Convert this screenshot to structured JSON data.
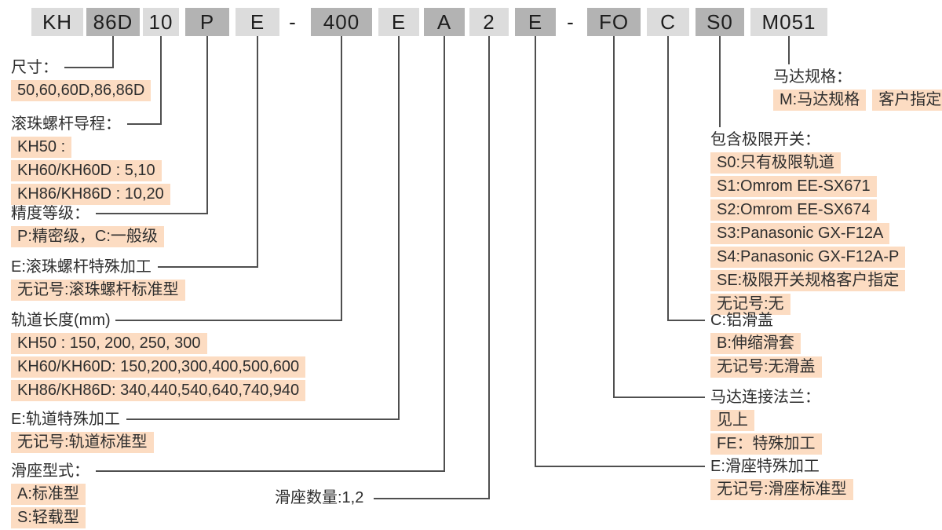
{
  "code_segments": [
    {
      "text": "KH"
    },
    {
      "text": "86D"
    },
    {
      "text": "10"
    },
    {
      "text": "P"
    },
    {
      "text": "E"
    },
    {
      "text": "-"
    },
    {
      "text": "400"
    },
    {
      "text": "E"
    },
    {
      "text": "A"
    },
    {
      "text": "2"
    },
    {
      "text": "E"
    },
    {
      "text": "-"
    },
    {
      "text": "FO"
    },
    {
      "text": "C"
    },
    {
      "text": "S0"
    },
    {
      "text": "M051"
    }
  ],
  "annotations": {
    "size": {
      "title": "尺寸：",
      "items": [
        "50,60,60D,86,86D"
      ]
    },
    "screw_lead": {
      "title": "滚珠螺杆导程：",
      "items": [
        "KH50 :",
        "KH60/KH60D : 5,10",
        "KH86/KH86D : 10,20"
      ]
    },
    "accuracy": {
      "title": "精度等级：",
      "items": [
        "P:精密级，C:一般级"
      ]
    },
    "screw_special": {
      "title": "E:滚珠螺杆特殊加工",
      "items": [
        "无记号:滚珠螺杆标准型"
      ]
    },
    "rail_length": {
      "title": "轨道长度(mm)",
      "items": [
        "KH50 : 150, 200, 250, 300",
        "KH60/KH60D: 150,200,300,400,500,600",
        "KH86/KH86D: 340,440,540,640,740,940"
      ]
    },
    "rail_special": {
      "title": "E:轨道特殊加工",
      "items": [
        "无记号:轨道标准型"
      ]
    },
    "slider_type": {
      "title": "滑座型式：",
      "items": [
        "A:标准型",
        "S:轻载型"
      ]
    },
    "slider_qty": {
      "title": "滑座数量:1,2"
    },
    "motor_spec": {
      "title": "马达规格：",
      "items": [
        "M:马达规格",
        "客户指定"
      ]
    },
    "limit_switch": {
      "title": "包含极限开关：",
      "items": [
        "S0:只有极限轨道",
        "S1:Omrom EE-SX671",
        "S2:Omrom EE-SX674",
        "S3:Panasonic GX-F12A",
        "S4:Panasonic GX-F12A-P",
        "SE:极限开关规格客户指定",
        "无记号:无"
      ]
    },
    "cover": {
      "title": "C:铝滑盖",
      "items": [
        "B:伸缩滑套",
        "无记号:无滑盖"
      ]
    },
    "flange": {
      "title": "马达连接法兰：",
      "items": [
        "见上",
        "FE：特殊加工"
      ]
    },
    "slider_special": {
      "title": "E:滑座特殊加工",
      "items": [
        "无记号:滑座标准型"
      ]
    }
  },
  "colors": {
    "segment_light": "#dcdcdc",
    "segment_dark": "#b3b3b3",
    "highlight": "#fcdcc2",
    "line": "#4f4f4f"
  }
}
